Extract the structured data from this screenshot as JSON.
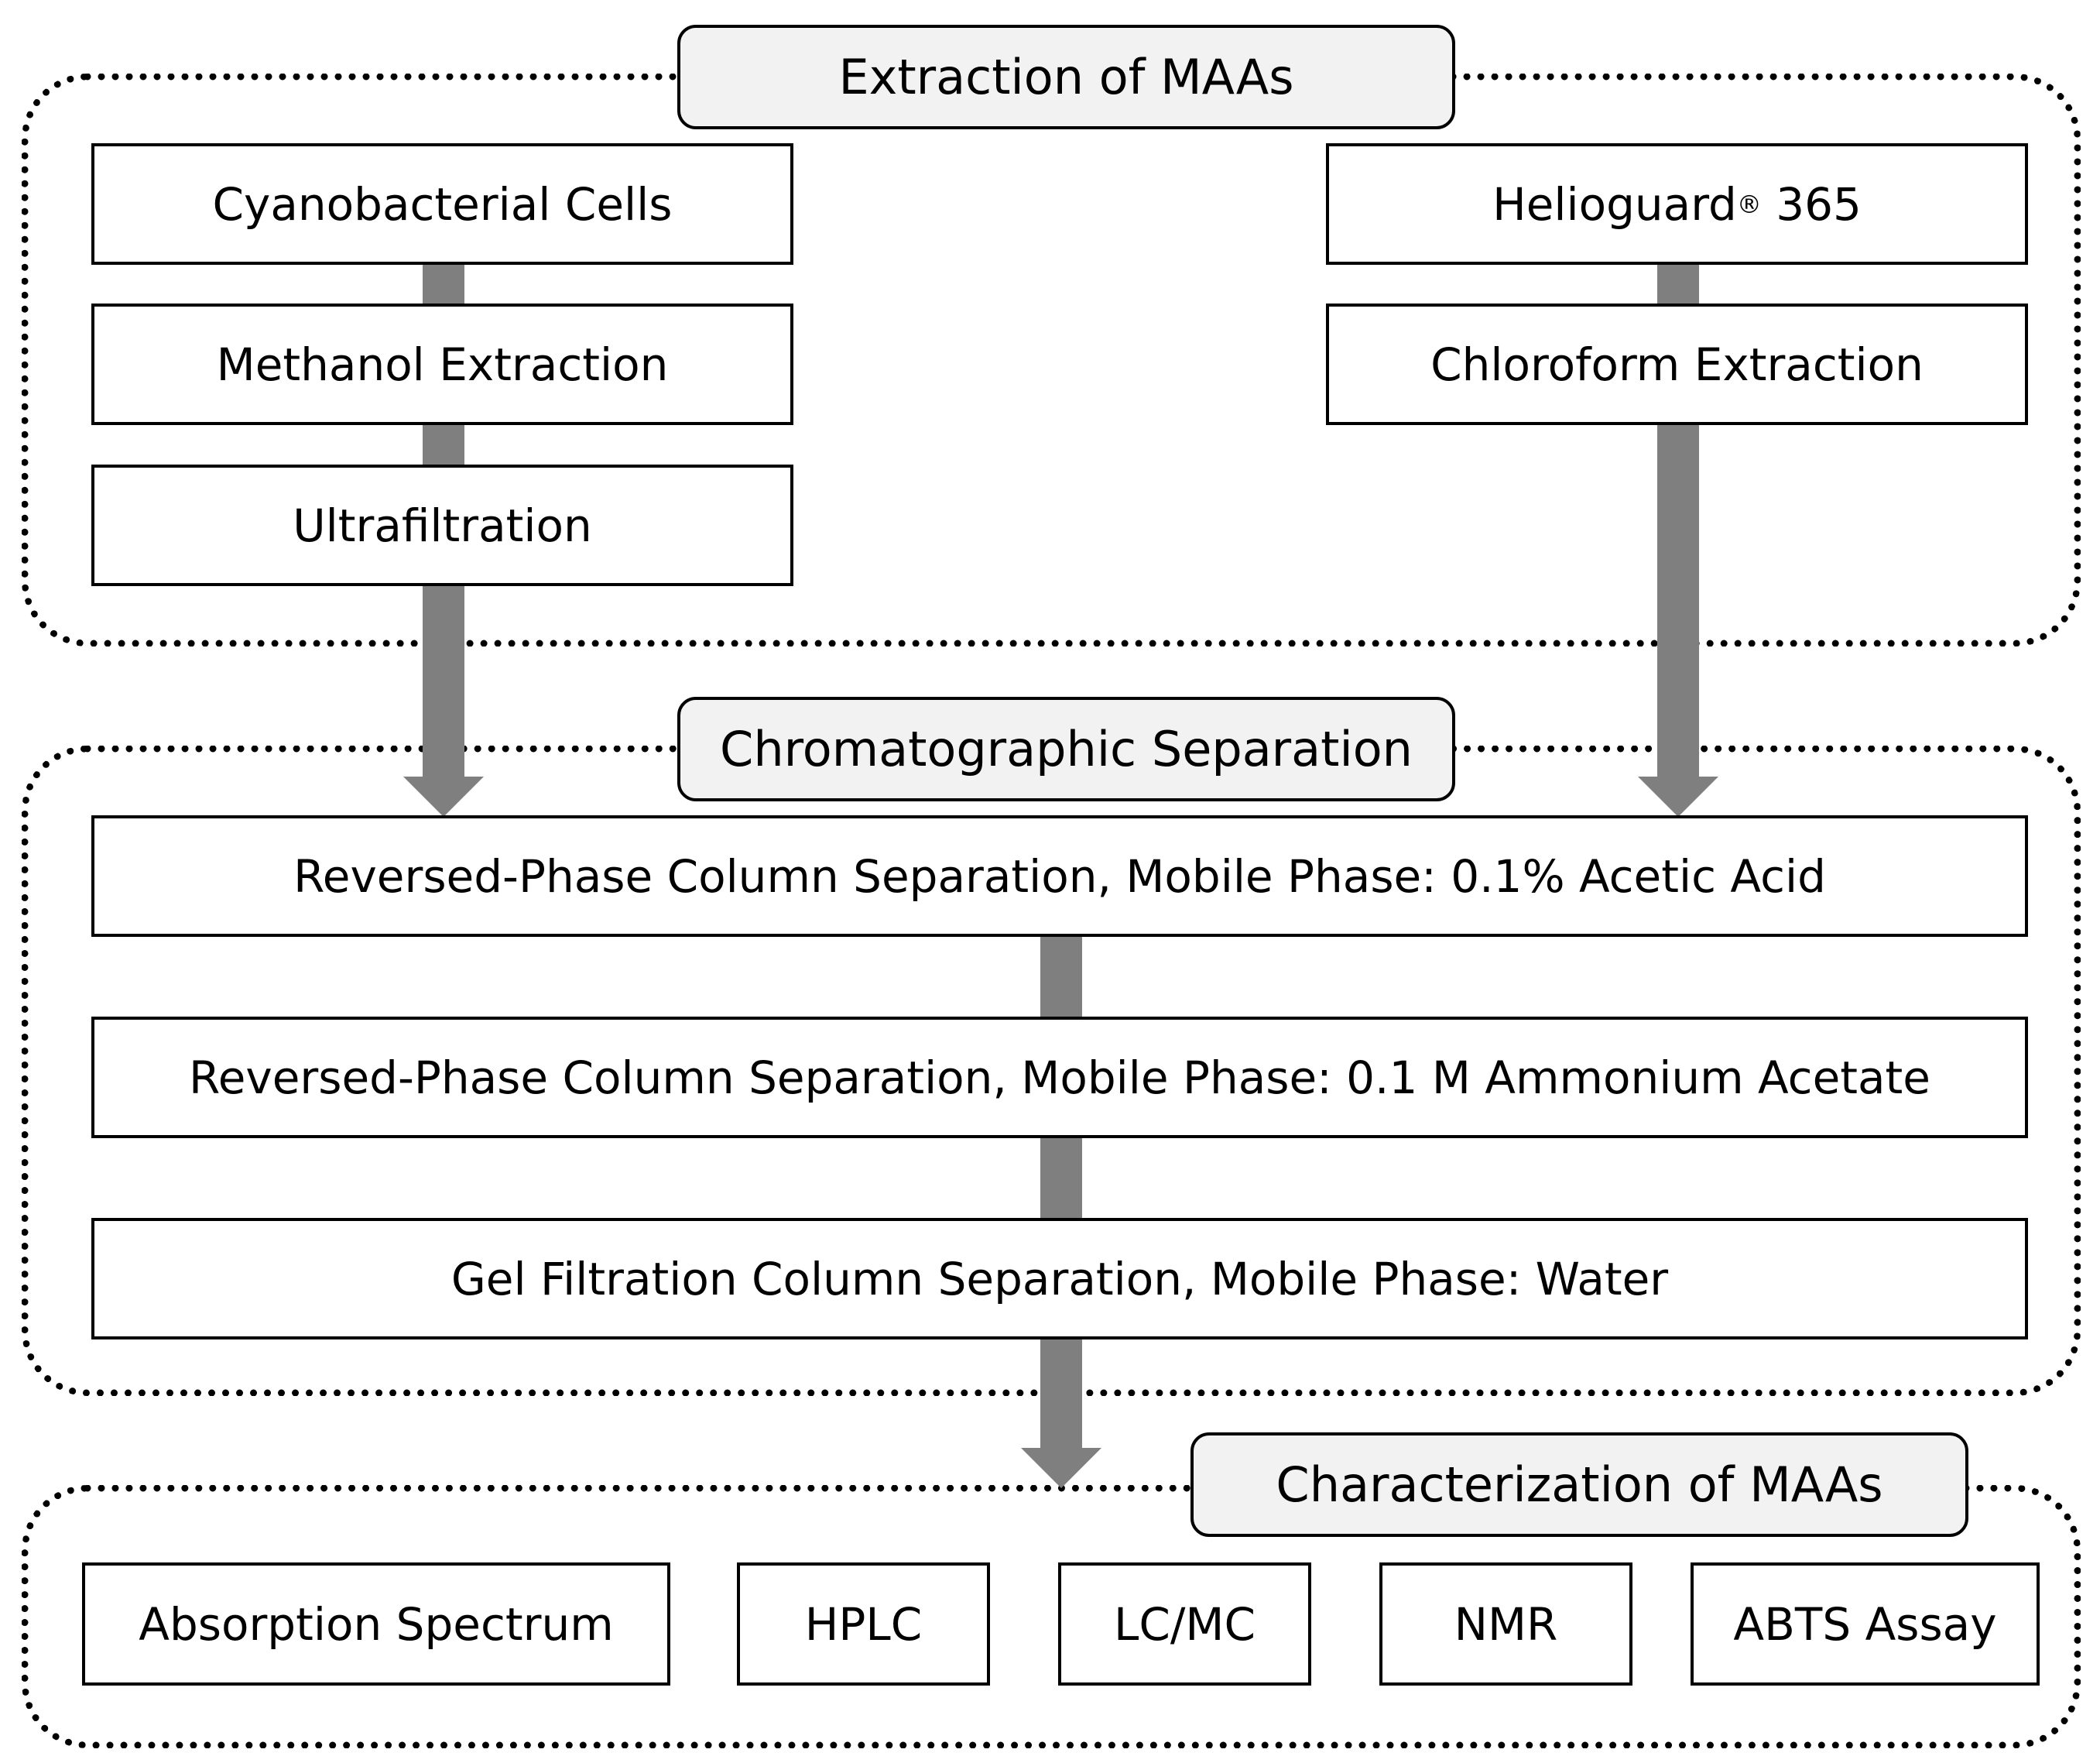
{
  "sections": {
    "extraction_title": "Extraction of MAAs",
    "separation_title": "Chromatographic Separation",
    "characterization_title": "Characterization of MAAs"
  },
  "extraction": {
    "left": [
      "Cyanobacterial Cells",
      "Methanol Extraction",
      "Ultrafiltration"
    ],
    "right_source": {
      "name": "Helioguard",
      "mark": "®",
      "suffix": " 365"
    },
    "right_step": "Chloroform Extraction"
  },
  "separation": {
    "steps": [
      "Reversed-Phase Column Separation, Mobile Phase: 0.1% Acetic Acid",
      "Reversed-Phase Column Separation, Mobile Phase: 0.1 M Ammonium Acetate",
      "Gel Filtration Column Separation, Mobile Phase: Water"
    ]
  },
  "characterization": {
    "methods": [
      "Absorption Spectrum",
      "HPLC",
      "LC/MC",
      "NMR",
      "ABTS Assay"
    ]
  },
  "colors": {
    "arrow": "#7f7f7f",
    "title_fill": "#f2f2f2",
    "border": "#000000"
  }
}
